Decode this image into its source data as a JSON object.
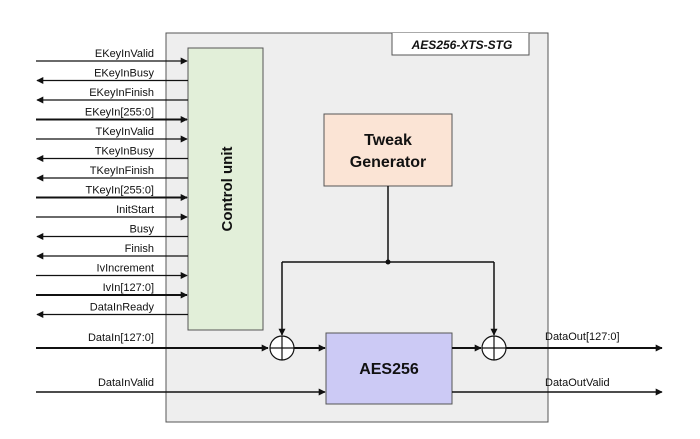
{
  "module": {
    "name": "AES256-XTS-STG",
    "fill": "#eeeeee"
  },
  "control_unit": {
    "label": "Control unit",
    "fill": "#e2efd9"
  },
  "tweak_generator": {
    "line1": "Tweak",
    "line2": "Generator",
    "fill": "#fbe4d5"
  },
  "aes_core": {
    "label": "AES256",
    "fill": "#cccaf5"
  },
  "control_signals": [
    {
      "label": "EKeyInValid",
      "dir": "in",
      "bus": false
    },
    {
      "label": "EKeyInBusy",
      "dir": "out",
      "bus": false
    },
    {
      "label": "EKeyInFinish",
      "dir": "out",
      "bus": false
    },
    {
      "label": "EKeyIn[255:0]",
      "dir": "in",
      "bus": true
    },
    {
      "label": "TKeyInValid",
      "dir": "in",
      "bus": false
    },
    {
      "label": "TKeyInBusy",
      "dir": "out",
      "bus": false
    },
    {
      "label": "TKeyInFinish",
      "dir": "out",
      "bus": false
    },
    {
      "label": "TKeyIn[255:0]",
      "dir": "in",
      "bus": true
    },
    {
      "label": "InitStart",
      "dir": "in",
      "bus": false
    },
    {
      "label": "Busy",
      "dir": "out",
      "bus": false
    },
    {
      "label": "Finish",
      "dir": "out",
      "bus": false
    },
    {
      "label": "IvIncrement",
      "dir": "in",
      "bus": false
    },
    {
      "label": "IvIn[127:0]",
      "dir": "in",
      "bus": true
    },
    {
      "label": "DataInReady",
      "dir": "out",
      "bus": false
    }
  ],
  "data_ports": {
    "data_in": "DataIn[127:0]",
    "data_in_valid": "DataInValid",
    "data_out": "DataOut[127:0]",
    "data_out_valid": "DataOutValid"
  }
}
